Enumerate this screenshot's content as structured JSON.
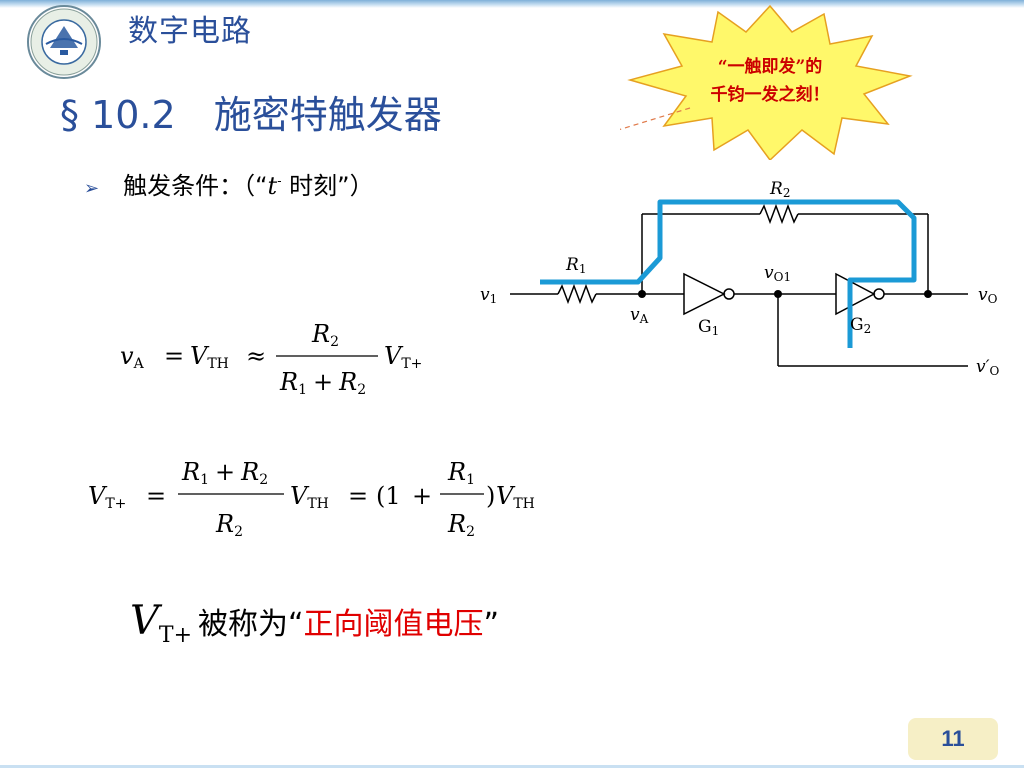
{
  "header": {
    "course_title": "数字电路",
    "section_number": "§ 10.2",
    "section_name": "施密特触发器"
  },
  "bullet": {
    "prefix": "触发条件：（“",
    "t": "t",
    "t_sup": "-",
    "suffix": " 时刻”）"
  },
  "callout": {
    "line1": "“一触即发”的",
    "line2": "千钧一发之刻！",
    "fill": "#fff86a",
    "text_color": "#cc0000"
  },
  "circuit": {
    "labels": {
      "v1": "v",
      "v1_sub": "1",
      "r1": "R",
      "r1_sub": "1",
      "r2": "R",
      "r2_sub": "2",
      "va": "v",
      "va_sub": "A",
      "g1": "G",
      "g1_sub": "1",
      "g2": "G",
      "g2_sub": "2",
      "vo1": "v",
      "vo1_sub": "O1",
      "vo": "v",
      "vo_sub": "O",
      "vo_prime": "v′",
      "vo_prime_sub": "O"
    },
    "highlight_color": "#1b9ad6"
  },
  "equations": {
    "eq1": {
      "lhs_v": "v",
      "lhs_sub": "A",
      "eq": "=",
      "vth": "V",
      "vth_sub": "TH",
      "approx": "≈",
      "num": "R",
      "num_sub": "2",
      "den1": "R",
      "den1_sub": "1",
      "plus": "+",
      "den2": "R",
      "den2_sub": "2",
      "vt": "V",
      "vt_sub": "T+"
    },
    "eq2": {
      "lhs": "V",
      "lhs_sub": "T+",
      "eq": "=",
      "num1": "R",
      "num1_sub": "1",
      "plus": "+",
      "num2": "R",
      "num2_sub": "2",
      "den": "R",
      "den_sub": "2",
      "vth": "V",
      "vth_sub": "TH",
      "eq2": "=",
      "paren_open": "(1",
      "plus2": "+",
      "fnum": "R",
      "fnum_sub": "1",
      "fden": "R",
      "fden_sub": "2",
      "paren_close": ")",
      "vth2": "V",
      "vth2_sub": "TH"
    }
  },
  "statement": {
    "v": "V",
    "sub": "T+",
    "text": "被称为“",
    "red": "正向阈值电压",
    "close": "”"
  },
  "footer": {
    "page_number": "11"
  }
}
